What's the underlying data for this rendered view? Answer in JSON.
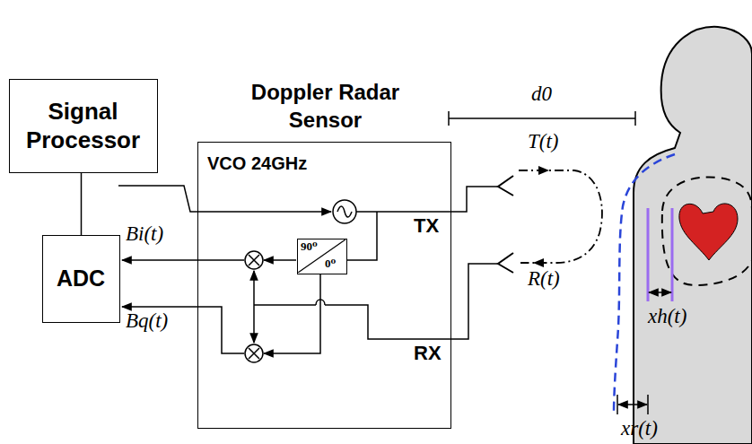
{
  "diagram": {
    "nodes": [
      {
        "text": [
          "Signal Processor"
        ]
      },
      {
        "text": [
          "ADC"
        ]
      },
      {
        "text": [
          "Doppler Radar Sensor",
          "VCO 24GHz",
          "TX",
          "RX"
        ]
      },
      {
        "text": [
          "90⁰",
          "0⁰"
        ],
        "in": 2
      }
    ],
    "edges": [
      {
        "from": 0,
        "to": 1,
        "arrow": "none"
      }
    ],
    "labels": [
      "Bi(t)",
      "Bq(t)",
      "d0",
      "T(t)",
      "R(t)",
      "xh(t)",
      "xr(t)"
    ]
  }
}
